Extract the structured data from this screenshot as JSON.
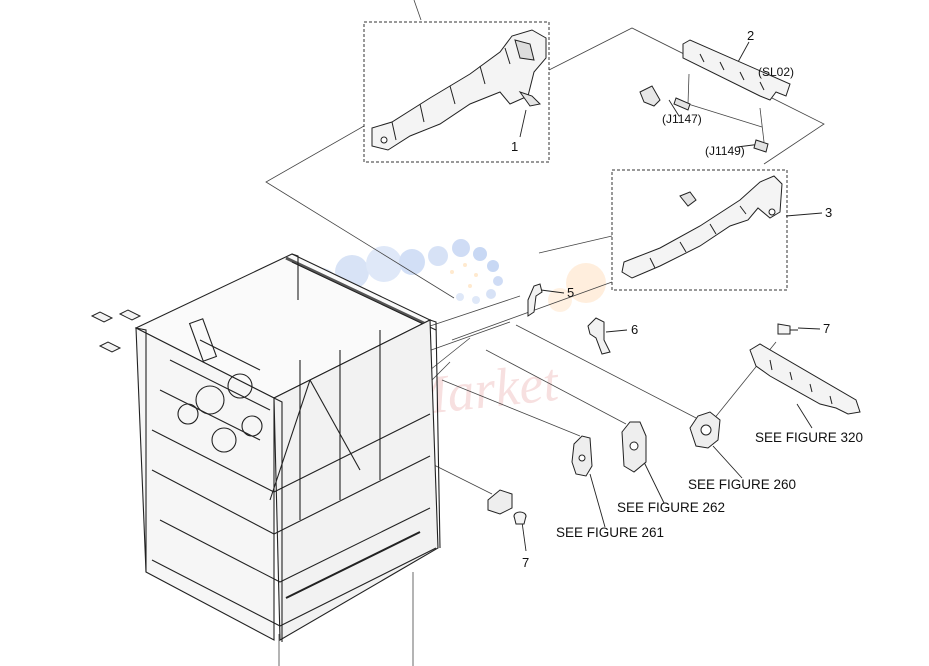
{
  "callouts": {
    "c1": "1",
    "c2": "2",
    "c3": "3",
    "c5": "5",
    "c6": "6",
    "c7a": "7",
    "c7b": "7"
  },
  "connectors": {
    "sl02": "(SL02)",
    "j1147": "(J1147)",
    "j1149": "(J1149)"
  },
  "references": {
    "fig320": "SEE FIGURE 320",
    "fig260": "SEE FIGURE 260",
    "fig262": "SEE FIGURE 262",
    "fig261": "SEE FIGURE 261"
  },
  "watermark": {
    "text": "InfoMarket"
  }
}
